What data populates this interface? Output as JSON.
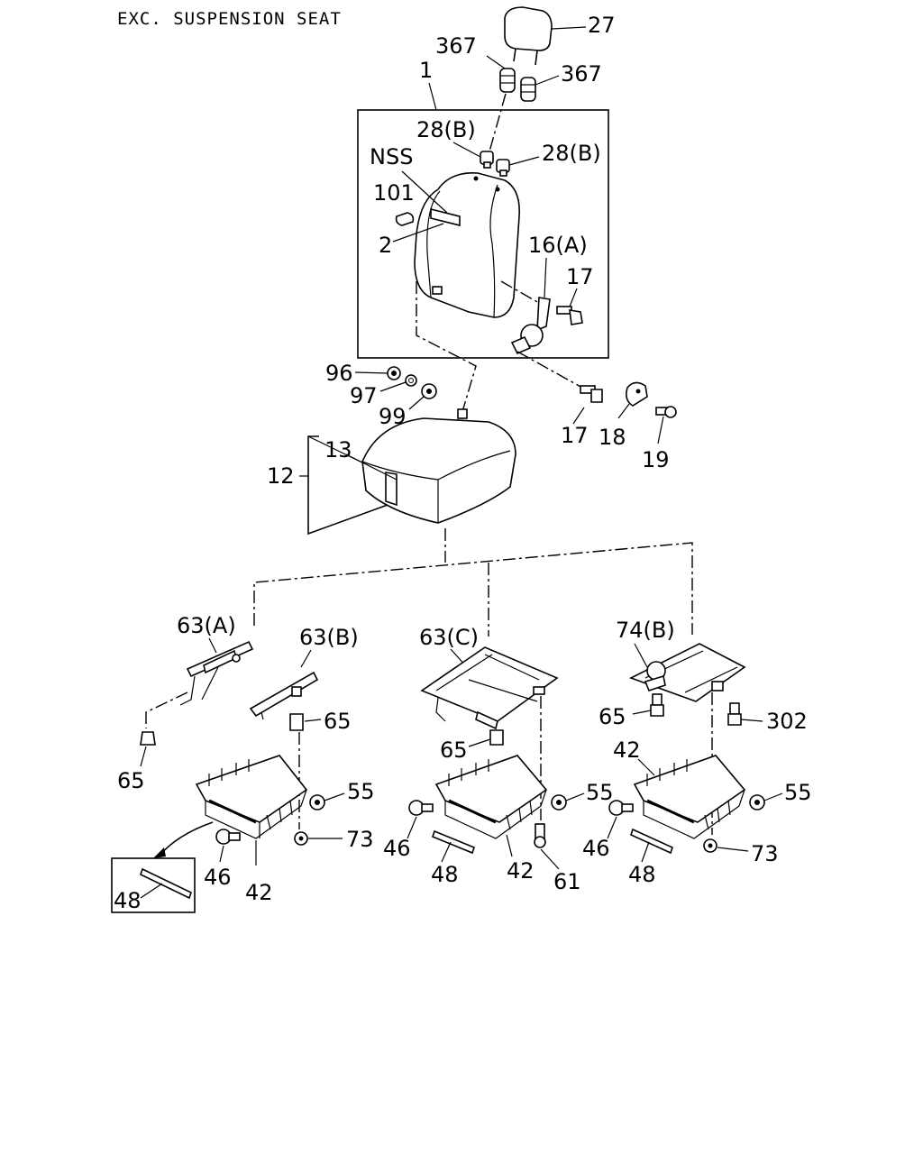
{
  "title": "EXC. SUSPENSION SEAT",
  "labels": {
    "p27": "27",
    "p367a": "367",
    "p367b": "367",
    "p1": "1",
    "p28b_a": "28(B)",
    "p28b_b": "28(B)",
    "nss": "NSS",
    "p101": "101",
    "p2": "2",
    "p16a": "16(A)",
    "p17a": "17",
    "p96": "96",
    "p97": "97",
    "p99": "99",
    "p17b": "17",
    "p18": "18",
    "p19": "19",
    "p13": "13",
    "p12": "12",
    "p63a": "63(A)",
    "p63b": "63(B)",
    "p63c": "63(C)",
    "p74b": "74(B)",
    "p65a": "65",
    "p65b": "65",
    "p65c": "65",
    "p65d": "65",
    "p302": "302",
    "p42a": "42",
    "p42b": "42",
    "p42c": "42",
    "p55a": "55",
    "p55b": "55",
    "p55c": "55",
    "p73a": "73",
    "p73b": "73",
    "p46a": "46",
    "p46b": "46",
    "p46c": "46",
    "p48a": "48",
    "p48b": "48",
    "p48c": "48",
    "p61": "61"
  }
}
